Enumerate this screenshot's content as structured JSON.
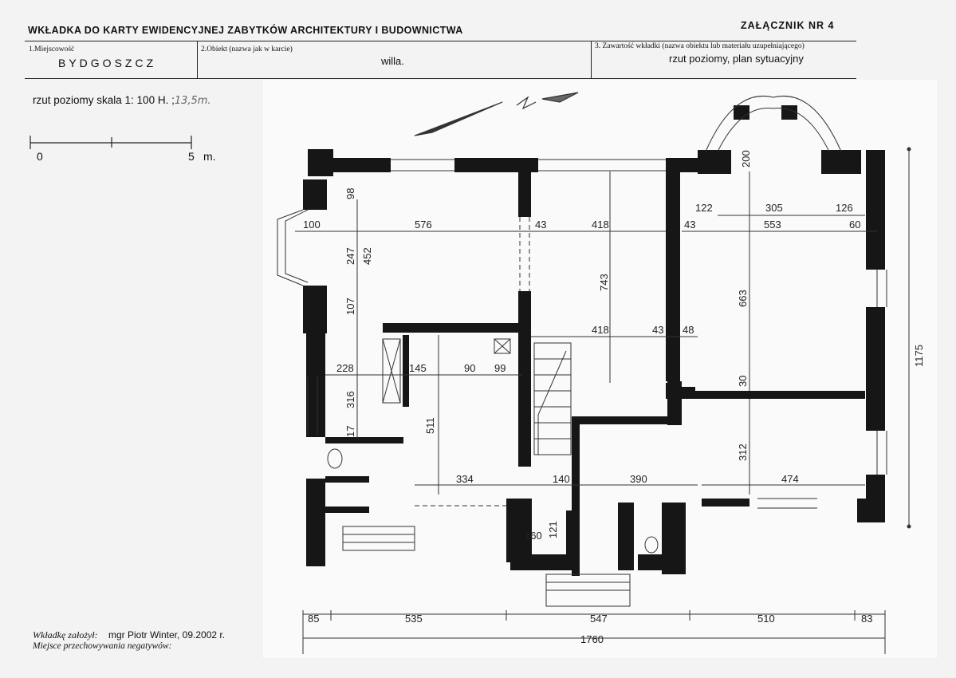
{
  "header": {
    "title": "WKŁADKA DO KARTY EWIDENCYJNEJ ZABYTKÓW ARCHITEKTURY I BUDOWNICTWA",
    "annex": "ZAŁĄCZNIK  NR 4"
  },
  "fields": {
    "locality_label": "1.Miejscowość",
    "locality_value": "BYDGOSZCZ",
    "object_label": "2.Obiekt (nazwa jak w karcie)",
    "object_value": "willa.",
    "contents_label": "3. Zawartość wkładki (nazwa obiektu lub materiału  uzupełniającego)",
    "contents_value": "rzut poziomy, plan sytuacyjny"
  },
  "scale": {
    "text": "rzut poziomy skala 1: 100   H. ;",
    "handwritten": "13,5m.",
    "bar_start": "0",
    "bar_end": "5",
    "bar_unit": "m."
  },
  "footer": {
    "author_label": "Wkładkę założył:",
    "author_value": "mgr Piotr Winter,  09.2002 r.",
    "negatives_label": "Miejsce przechowywania negatywów:"
  },
  "dimensions": {
    "d98": "98",
    "d100": "100",
    "d576": "576",
    "d43a": "43",
    "d418a": "418",
    "d43b": "43",
    "d553": "553",
    "d60": "60",
    "d122": "122",
    "d305": "305",
    "d126": "126",
    "d200": "200",
    "d247": "247",
    "d452": "452",
    "d743": "743",
    "d663": "663",
    "d107": "107",
    "d418b": "418",
    "d43c": "43",
    "d48": "48",
    "d228": "228",
    "d145": "145",
    "d90": "90",
    "d99": "99",
    "d316": "316",
    "d511": "511",
    "d17": "17",
    "d30": "30",
    "d312": "312",
    "d1175": "1175",
    "d334": "334",
    "d140": "140",
    "d390": "390",
    "d474": "474",
    "d160": "160",
    "d121": "121",
    "b85": "85",
    "b535": "535",
    "b547": "547",
    "b510": "510",
    "b83": "83",
    "b1760": "1760"
  },
  "colors": {
    "wall": "#161616",
    "line": "#333333",
    "paper": "#f3f3f3"
  }
}
